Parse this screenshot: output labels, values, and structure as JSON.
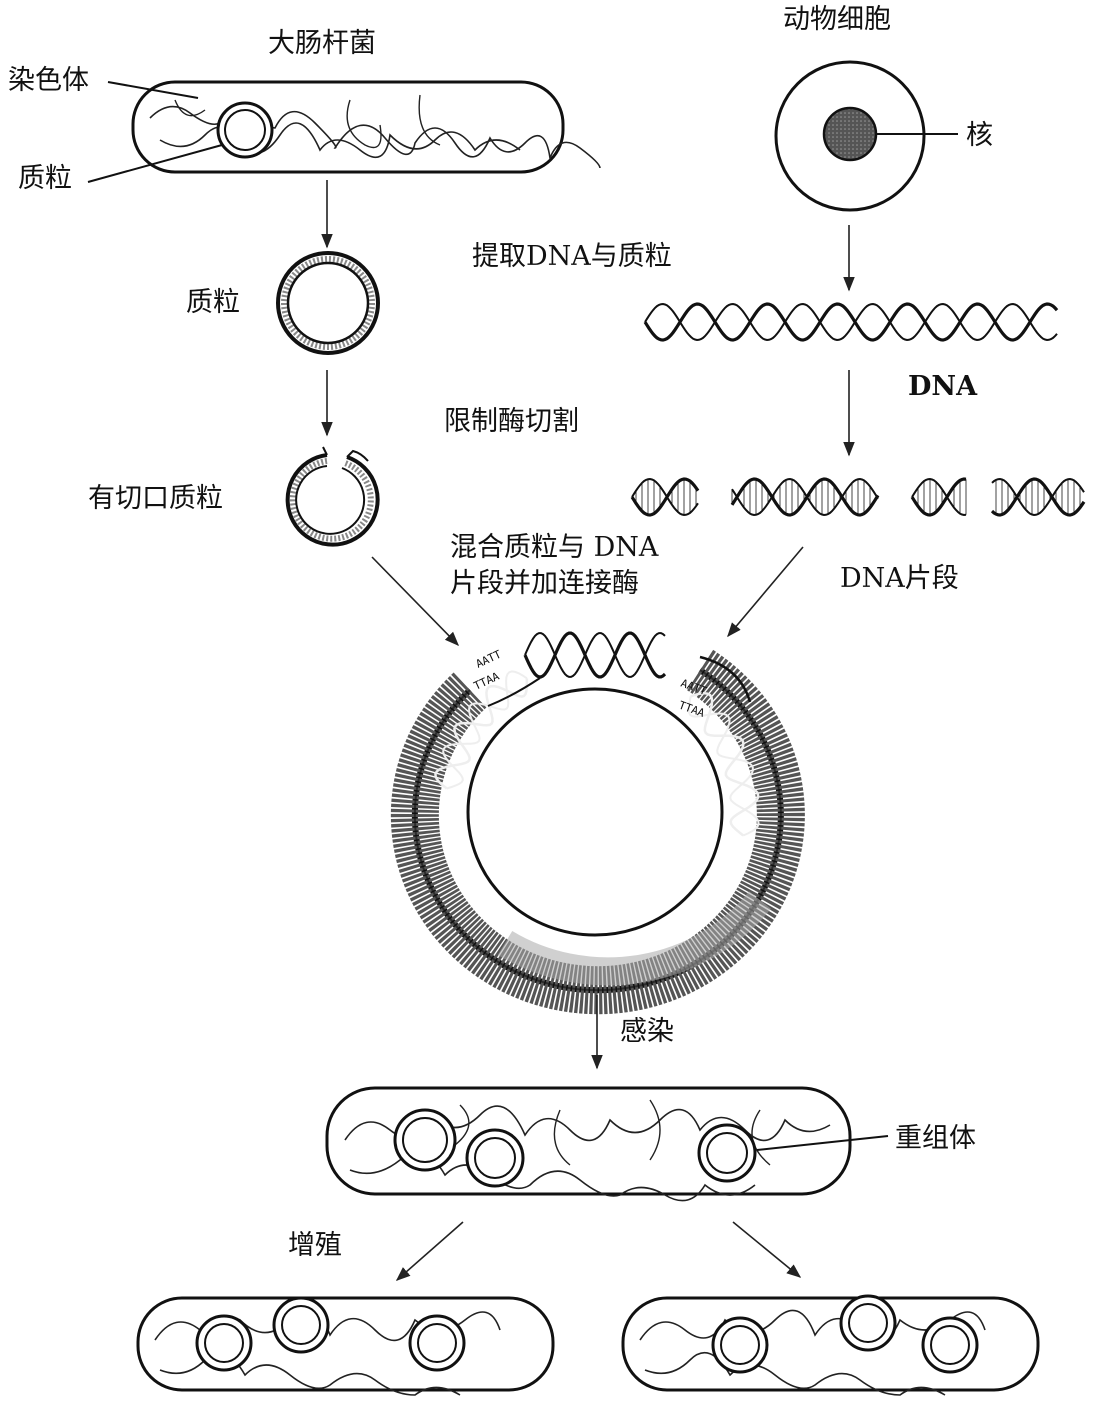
{
  "labels": {
    "ecoli": "大肠杆菌",
    "animal_cell": "动物细胞",
    "chromosome": "染色体",
    "plasmid_top": "质粒",
    "nucleus": "核",
    "extract": "提取DNA与质粒",
    "plasmid_mid": "质粒",
    "dna": "DNA",
    "restriction": "限制酶切割",
    "nicked_plasmid": "有切口质粒",
    "mix_line1": "混合质粒与 DNA",
    "mix_line2": "片段并加连接酶",
    "dna_fragment": "DNA片段",
    "infect": "感染",
    "recombinant": "重组体",
    "proliferate": "增殖"
  },
  "sticky_end_bases": {
    "left_top": "AATT",
    "left_bottom": "TTAA",
    "right_top": "AATT",
    "right_bottom": "TTAA"
  }
}
